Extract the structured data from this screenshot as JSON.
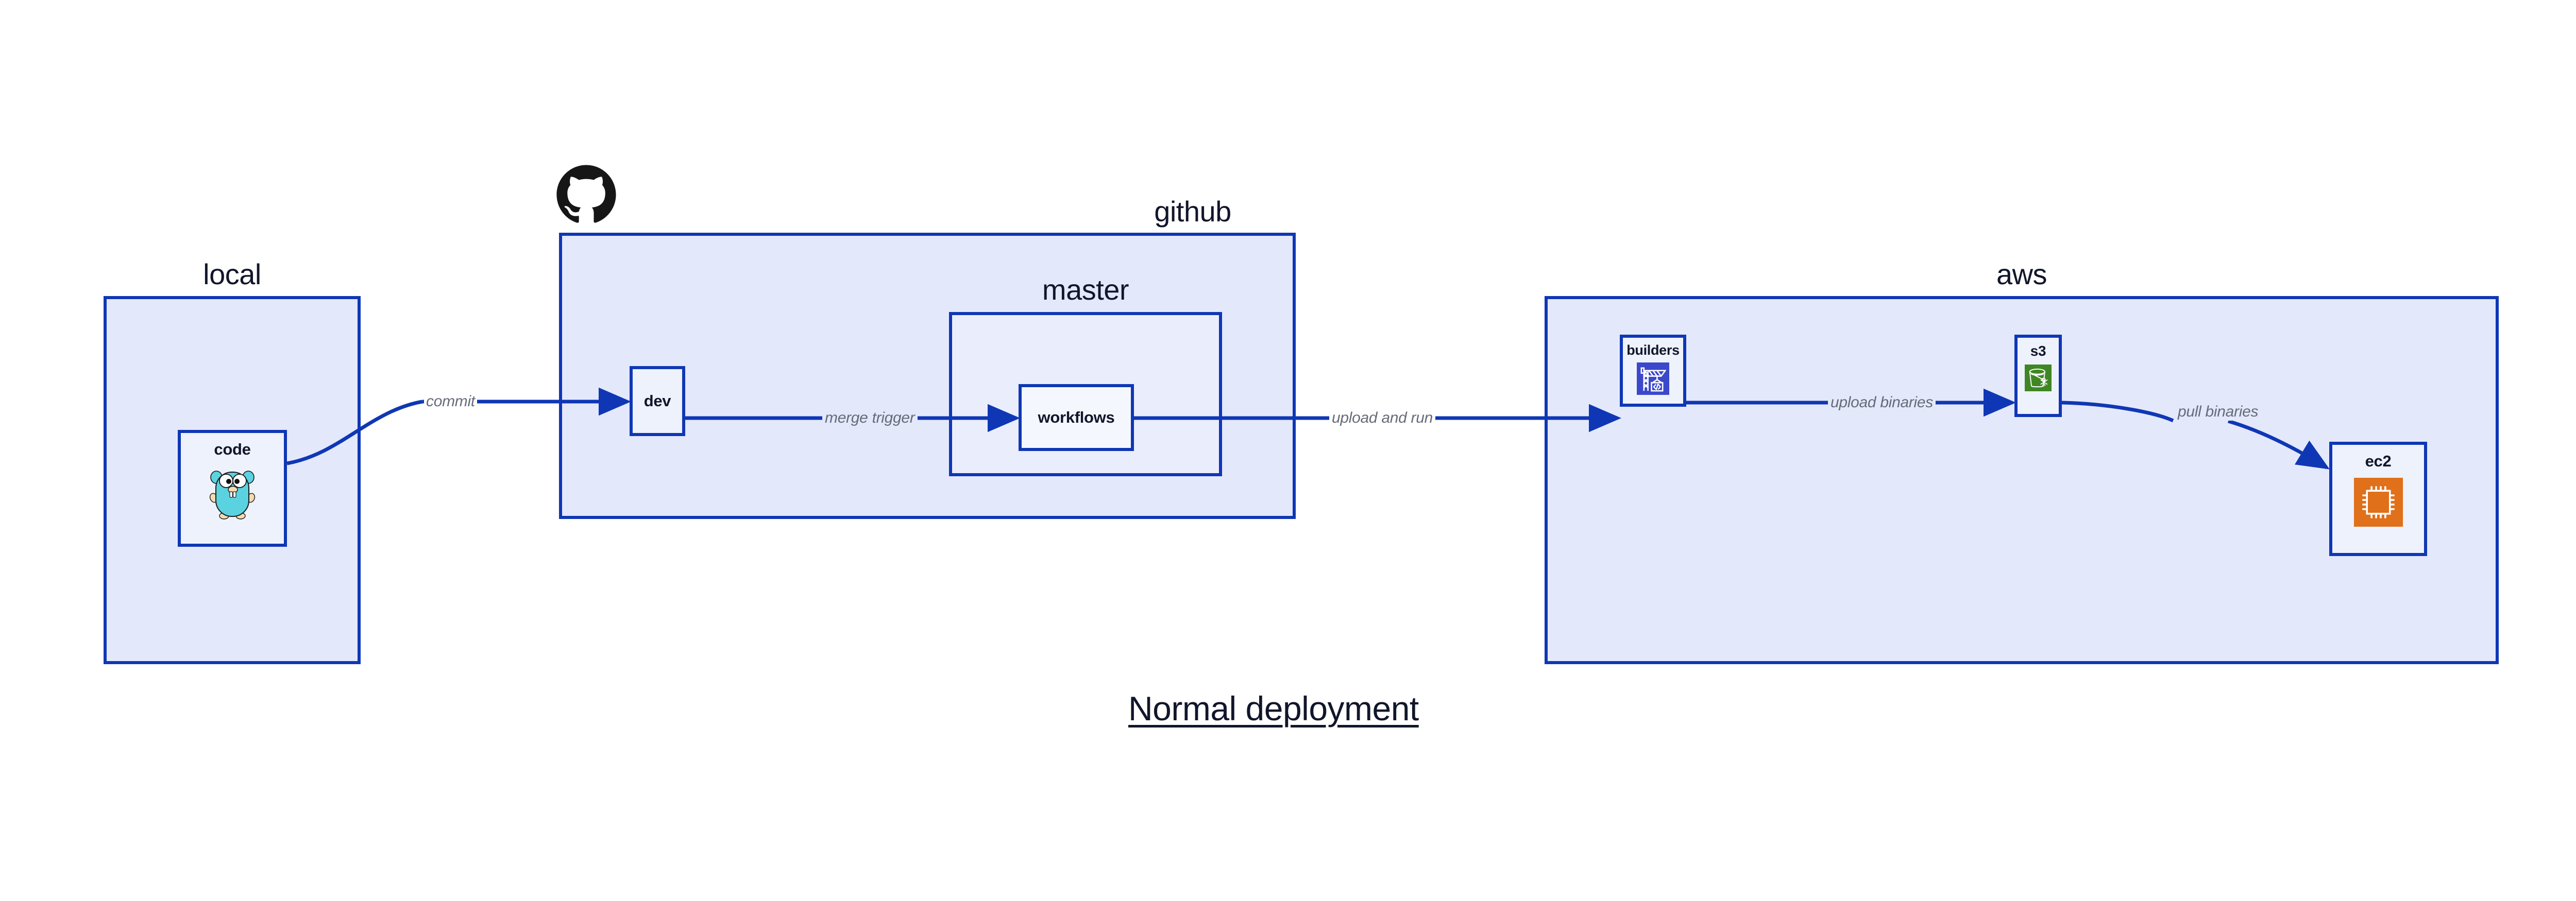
{
  "diagram": {
    "title": "Normal deployment",
    "colors": {
      "group_border": "#0f37b5",
      "group_fill": "#e3e8fb",
      "node_fill": "#eef2fd",
      "edge_stroke": "#0f37b5",
      "edge_label_text": "#666b7a",
      "label_text": "#11162b",
      "codebuild_blue": "#3b48cc",
      "s3_green": "#3f8624",
      "ec2_orange": "#e0701a",
      "gopher_cyan": "#5bd2e0"
    },
    "groups": [
      {
        "id": "local",
        "label": "local"
      },
      {
        "id": "github",
        "label": "github"
      },
      {
        "id": "master",
        "label": "master"
      },
      {
        "id": "aws",
        "label": "aws"
      }
    ],
    "nodes": [
      {
        "id": "code",
        "label": "code",
        "icon": "go-gopher-icon"
      },
      {
        "id": "dev",
        "label": "dev",
        "icon": null
      },
      {
        "id": "workflows",
        "label": "workflows",
        "icon": null
      },
      {
        "id": "builders",
        "label": "builders",
        "icon": "aws-codebuild-icon"
      },
      {
        "id": "s3",
        "label": "s3",
        "icon": "aws-s3-glacier-icon"
      },
      {
        "id": "ec2",
        "label": "ec2",
        "icon": "aws-ec2-icon"
      }
    ],
    "edges": [
      {
        "id": "commit",
        "from": "code",
        "to": "dev",
        "label": "commit"
      },
      {
        "id": "merge-trigger",
        "from": "dev",
        "to": "workflows",
        "label": "merge trigger"
      },
      {
        "id": "upload-and-run",
        "from": "workflows",
        "to": "builders",
        "label": "upload and run"
      },
      {
        "id": "upload-binaries",
        "from": "builders",
        "to": "s3",
        "label": "upload binaries"
      },
      {
        "id": "pull-binaries",
        "from": "s3",
        "to": "ec2",
        "label": "pull binaries"
      }
    ],
    "brand_icons": [
      {
        "id": "github-logo",
        "name": "github-mark-icon"
      }
    ]
  }
}
